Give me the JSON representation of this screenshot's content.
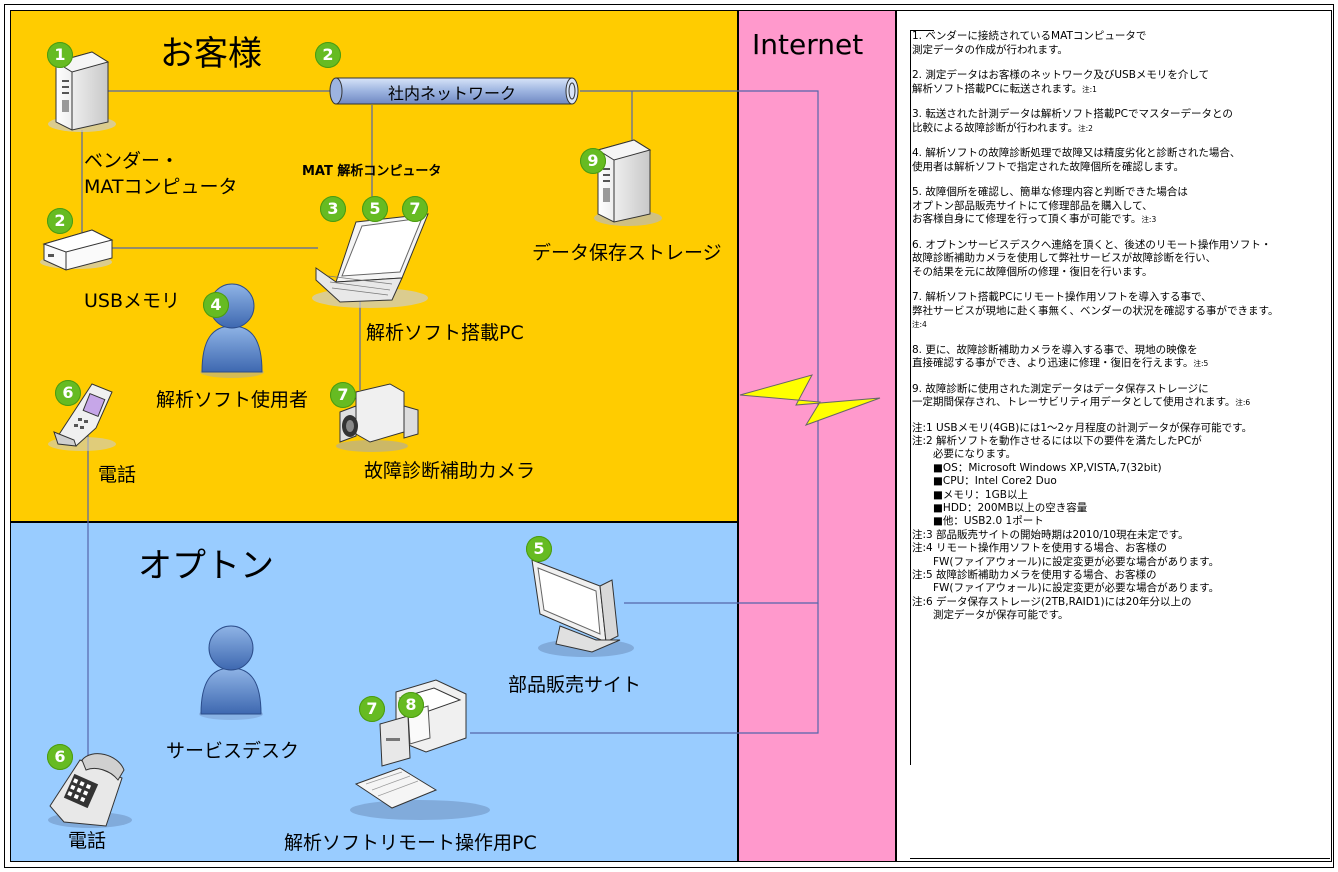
{
  "zones": {
    "customer_title": "お客様",
    "optone_title": "オプトン",
    "internet_title": "Internet"
  },
  "network": {
    "pipe_label": "社内ネットワーク"
  },
  "labels": {
    "vendor_pc_line1": "ベンダー・",
    "vendor_pc_line2": "MATコンピュータ",
    "mat_analysis": "MAT 解析コンピュータ",
    "data_storage": "データ保存ストレージ",
    "usb_memory": "USBメモリ",
    "analysis_pc": "解析ソフト搭載PC",
    "analysis_user": "解析ソフト使用者",
    "phone_customer": "電話",
    "camera": "故障診断補助カメラ",
    "parts_site": "部品販売サイト",
    "service_desk": "サービスデスク",
    "phone_optone": "電話",
    "remote_pc": "解析ソフトリモート操作用PC"
  },
  "badges": {
    "vendor_pc": "1",
    "network": "2",
    "usb": "2",
    "analysis_pc_a": "3",
    "analysis_pc_b": "5",
    "analysis_pc_c": "7",
    "storage": "9",
    "user": "4",
    "phone_customer": "6",
    "camera": "7",
    "parts_site": "5",
    "phone_optone": "6",
    "remote_pc_a": "7",
    "remote_pc_b": "8"
  },
  "notes": {
    "items": [
      {
        "text": "1. ベンダーに接続されているMATコンピュータで\n測定データの作成が行われます。",
        "note": ""
      },
      {
        "text": "2. 測定データはお客様のネットワーク及びUSBメモリを介して\n解析ソフト搭載PCに転送されます。",
        "note": "注:1"
      },
      {
        "text": "3. 転送された計測データは解析ソフト搭載PCでマスターデータとの\n比較による故障診断が行われます。",
        "note": "注:2"
      },
      {
        "text": "4. 解析ソフトの故障診断処理で故障又は精度劣化と診断された場合、\n使用者は解析ソフトで指定された故障個所を確認します。",
        "note": ""
      },
      {
        "text": "5. 故障個所を確認し、簡単な修理内容と判断できた場合は\nオプトン部品販売サイトにて修理部品を購入して、\nお客様自身にて修理を行って頂く事が可能です。",
        "note": "注:3"
      },
      {
        "text": "6. オプトンサービスデスクへ連絡を頂くと、後述のリモート操作用ソフト・\n故障診断補助カメラを使用して弊社サービスが故障診断を行い、\nその結果を元に故障個所の修理・復旧を行います。",
        "note": ""
      },
      {
        "text": "7. 解析ソフト搭載PCにリモート操作用ソフトを導入する事で、\n弊社サービスが現地に赴く事無く、ベンダーの状況を確認する事ができます。\n",
        "note": "注:4"
      },
      {
        "text": "8. 更に、故障診断補助カメラを導入する事で、現地の映像を\n直接確認する事ができ、より迅速に修理・復旧を行えます。",
        "note": "注:5"
      },
      {
        "text": "9. 故障診断に使用された測定データはデータ保存ストレージに\n一定期間保存され、トレーサビリティ用データとして使用されます。",
        "note": "注:6"
      }
    ],
    "footnotes": [
      "注:1 USBメモリ(4GB)には1～2ヶ月程度の計測データが保存可能です。",
      "注:2 解析ソフトを動作させるには以下の要件を満たしたPCが",
      "　　必要になります。",
      "　　■OS：Microsoft Windows XP,VISTA,7(32bit)",
      "　　■CPU：Intel Core2 Duo",
      "　　■メモリ：1GB以上",
      "　　■HDD：200MB以上の空き容量",
      "　　■他：USB2.0 1ポート",
      "注:3 部品販売サイトの開始時期は2010/10現在未定です。",
      "注:4 リモート操作用ソフトを使用する場合、お客様の",
      "　　FW(ファイアウォール)に設定変更が必要な場合があります。",
      "注:5 故障診断補助カメラを使用する場合、お客様の",
      "　　FW(ファイアウォール)に設定変更が必要な場合があります。",
      "注:6 データ保存ストレージ(2TB,RAID1)には20年分以上の",
      "　　測定データが保存可能です。"
    ]
  },
  "colors": {
    "customer_bg": "#FFCC00",
    "optone_bg": "#99CCFF",
    "internet_bg": "#FF99CC",
    "badge": "#66BB22",
    "lightning": "#FFFF00"
  }
}
